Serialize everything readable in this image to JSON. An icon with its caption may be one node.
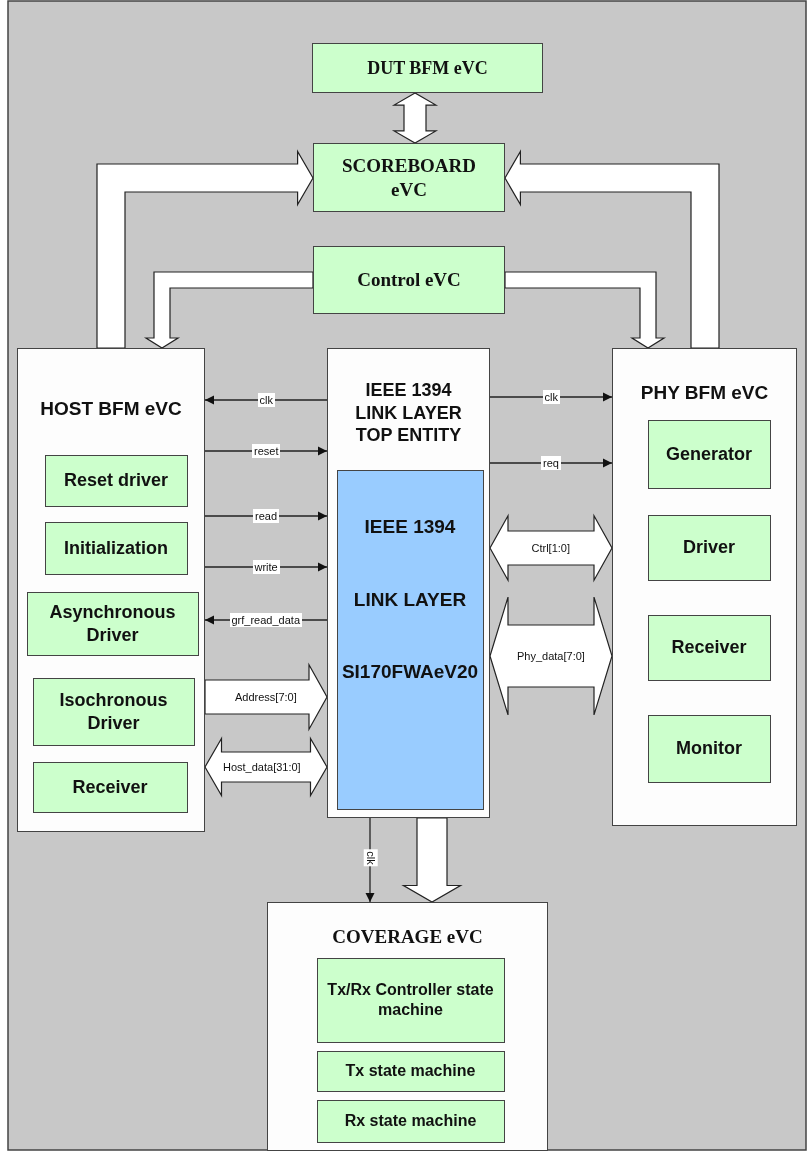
{
  "diagram": {
    "nodes": [
      {
        "text": [
          "DUT BFM eVC"
        ]
      },
      {
        "text": [
          "SCOREBOARD eVC"
        ]
      },
      {
        "text": [
          "Control eVC"
        ]
      },
      {
        "text": [
          "HOST BFM eVC"
        ]
      },
      {
        "text": [
          "Reset driver"
        ],
        "in": 3
      },
      {
        "text": [
          "Initialization"
        ],
        "in": 3
      },
      {
        "text": [
          "Asynchronous Driver"
        ],
        "in": 3
      },
      {
        "text": [
          "Isochronous Driver"
        ],
        "in": 3
      },
      {
        "text": [
          "Receiver"
        ],
        "in": 3
      },
      {
        "text": [
          "IEEE 1394 LINK LAYER TOP ENTITY"
        ]
      },
      {
        "text": [
          "IEEE 1394",
          "LINK LAYER",
          "SI170FWAeV20"
        ],
        "in": 9
      },
      {
        "text": [
          "PHY BFM eVC"
        ]
      },
      {
        "text": [
          "Generator"
        ],
        "in": 11
      },
      {
        "text": [
          "Driver"
        ],
        "in": 11
      },
      {
        "text": [
          "Receiver"
        ],
        "in": 11
      },
      {
        "text": [
          "Monitor"
        ],
        "in": 11
      },
      {
        "text": [
          "COVERAGE eVC"
        ]
      },
      {
        "text": [
          "Tx/Rx Controller state machine"
        ],
        "in": 16
      },
      {
        "text": [
          "Tx state machine"
        ],
        "in": 16
      },
      {
        "text": [
          "Rx state machine"
        ],
        "in": 16
      }
    ],
    "edges": [
      {
        "from": 0,
        "to": 1,
        "arrow": "both",
        "style": "thick"
      },
      {
        "from": 3,
        "to": 1,
        "arrow": "to",
        "style": "thick"
      },
      {
        "from": 11,
        "to": 1,
        "arrow": "to",
        "style": "thick"
      },
      {
        "from": 2,
        "to": 3,
        "arrow": "to",
        "style": "thick"
      },
      {
        "from": 2,
        "to": 11,
        "arrow": "to",
        "style": "thick"
      },
      {
        "from": 9,
        "to": 3,
        "arrow": "to",
        "label": "clk"
      },
      {
        "from": 3,
        "to": 9,
        "arrow": "to",
        "label": "reset"
      },
      {
        "from": 3,
        "to": 9,
        "arrow": "to",
        "label": "read"
      },
      {
        "from": 3,
        "to": 9,
        "arrow": "to",
        "label": "write"
      },
      {
        "from": 9,
        "to": 3,
        "arrow": "to",
        "label": "grf_read_data"
      },
      {
        "from": 3,
        "to": 9,
        "arrow": "to",
        "label": "Address[7:0]",
        "style": "thick"
      },
      {
        "from": 3,
        "to": 9,
        "arrow": "both",
        "label": "Host_data[31:0]",
        "style": "thick"
      },
      {
        "from": 9,
        "to": 11,
        "arrow": "to",
        "label": "clk"
      },
      {
        "from": 9,
        "to": 11,
        "arrow": "to",
        "label": "req"
      },
      {
        "from": 9,
        "to": 11,
        "arrow": "both",
        "label": "Ctrl[1:0]",
        "style": "thick"
      },
      {
        "from": 9,
        "to": 11,
        "arrow": "both",
        "label": "Phy_data[7:0]",
        "style": "thick"
      },
      {
        "from": 9,
        "to": 16,
        "arrow": "to",
        "label": "clk"
      },
      {
        "from": 9,
        "to": 16,
        "arrow": "to",
        "style": "thick"
      }
    ]
  }
}
